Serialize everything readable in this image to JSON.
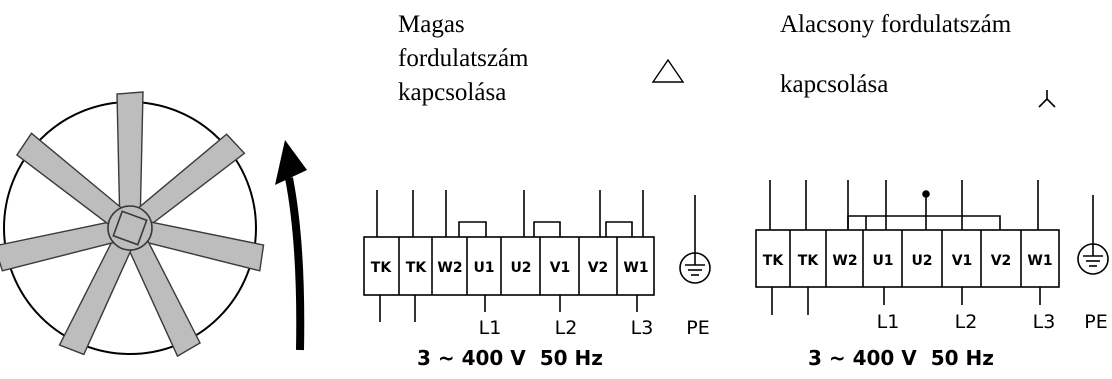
{
  "high_speed": {
    "heading_lines": [
      "Magas",
      "fordulatszám",
      "kapcsolása"
    ],
    "connection_symbol": "delta-icon",
    "terminals": [
      "TK",
      "TK",
      "W2",
      "U1",
      "U2",
      "V1",
      "V2",
      "W1"
    ],
    "lines": [
      "L1",
      "L2",
      "L3"
    ],
    "earth_label": "PE",
    "supply": "3 ~ 400 V  50 Hz"
  },
  "low_speed": {
    "heading_lines": [
      "Alacsony fordulatszám",
      "kapcsolása"
    ],
    "connection_symbol": "star-icon",
    "terminals": [
      "TK",
      "TK",
      "W2",
      "U1",
      "U2",
      "V1",
      "V2",
      "W1"
    ],
    "lines": [
      "L1",
      "L2",
      "L3"
    ],
    "earth_label": "PE",
    "supply": "3 ~ 400 V  50 Hz"
  },
  "fan": {
    "icon": "fan-icon",
    "rotation_icon": "rotation-arrow-icon"
  },
  "colors": {
    "line": "#000000",
    "blade": "#bdbdbd"
  }
}
